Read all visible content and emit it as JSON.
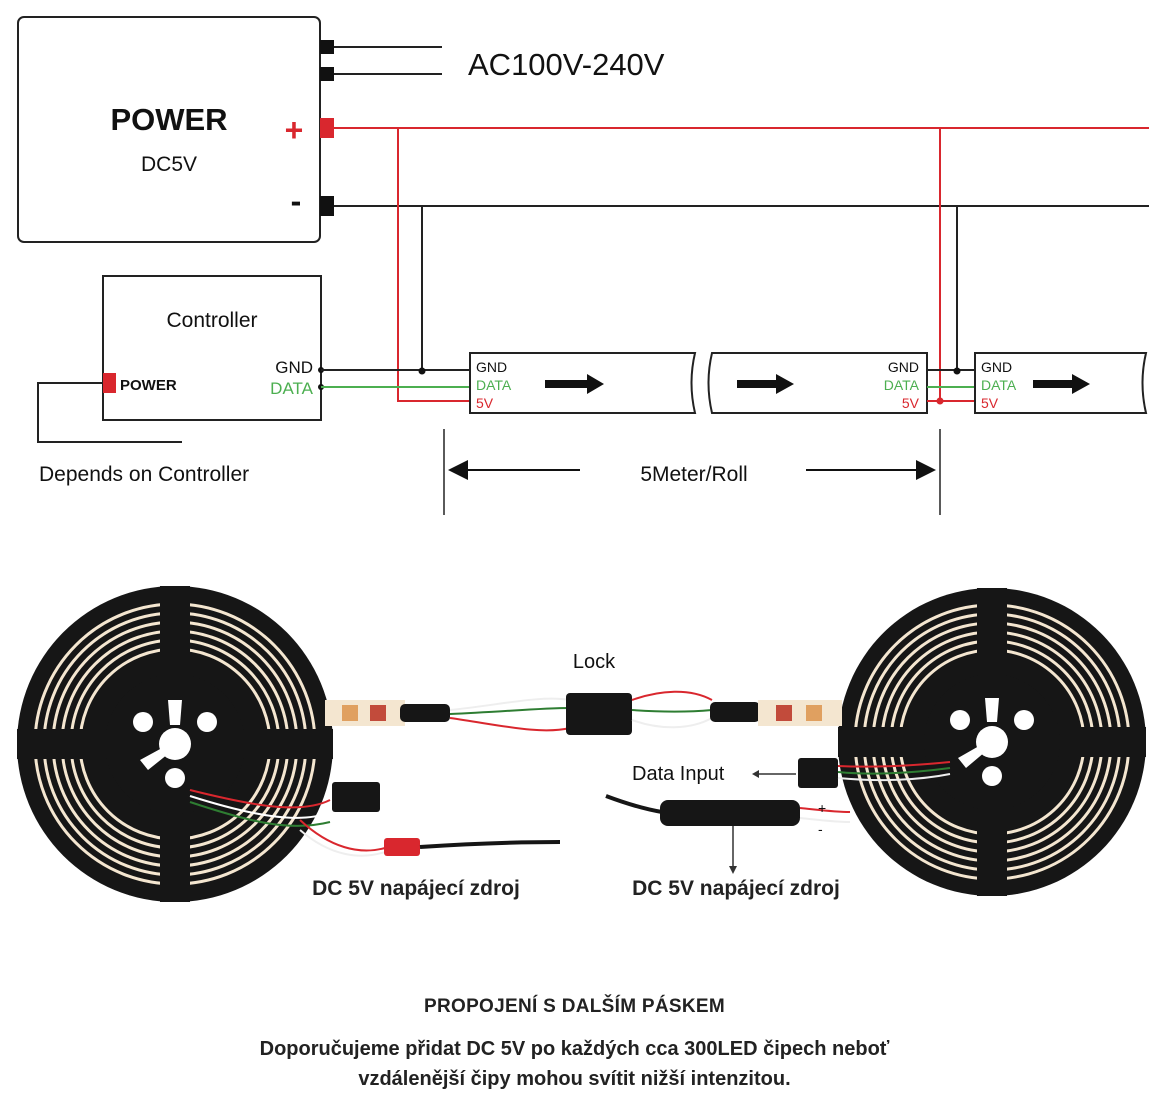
{
  "wiring": {
    "ac_label": "AC100V-240V",
    "power_title": "POWER",
    "power_sub": "DC5V",
    "plus_sign": "+",
    "minus_sign": "-",
    "controller_title": "Controller",
    "controller_power": "POWER",
    "controller_gnd": "GND",
    "controller_data": "DATA",
    "depends_label": "Depends on Controller",
    "strip_gnd": "GND",
    "strip_data": "DATA",
    "strip_5v": "5V",
    "roll_length": "5Meter/Roll"
  },
  "photo": {
    "lock_label": "Lock",
    "data_input_label": "Data Input",
    "psu_left": "DC 5V napájecí zdroj",
    "psu_right": "DC 5V napájecí zdroj",
    "plus_mark": "+",
    "minus_mark": "-"
  },
  "caption": {
    "title": "PROPOJENÍ S DALŠÍM PÁSKEM",
    "line1": "Doporučujeme přidat DC 5V po každých cca 300LED čipech neboť",
    "line2": "vzdálenější čipy mohou svítit nižší intenzitou."
  },
  "colors": {
    "wire_red": "#d9272e",
    "wire_data": "#4caf50",
    "wire_black": "#222222",
    "reel": "#161616",
    "led_strip": "#f4e6d0"
  }
}
